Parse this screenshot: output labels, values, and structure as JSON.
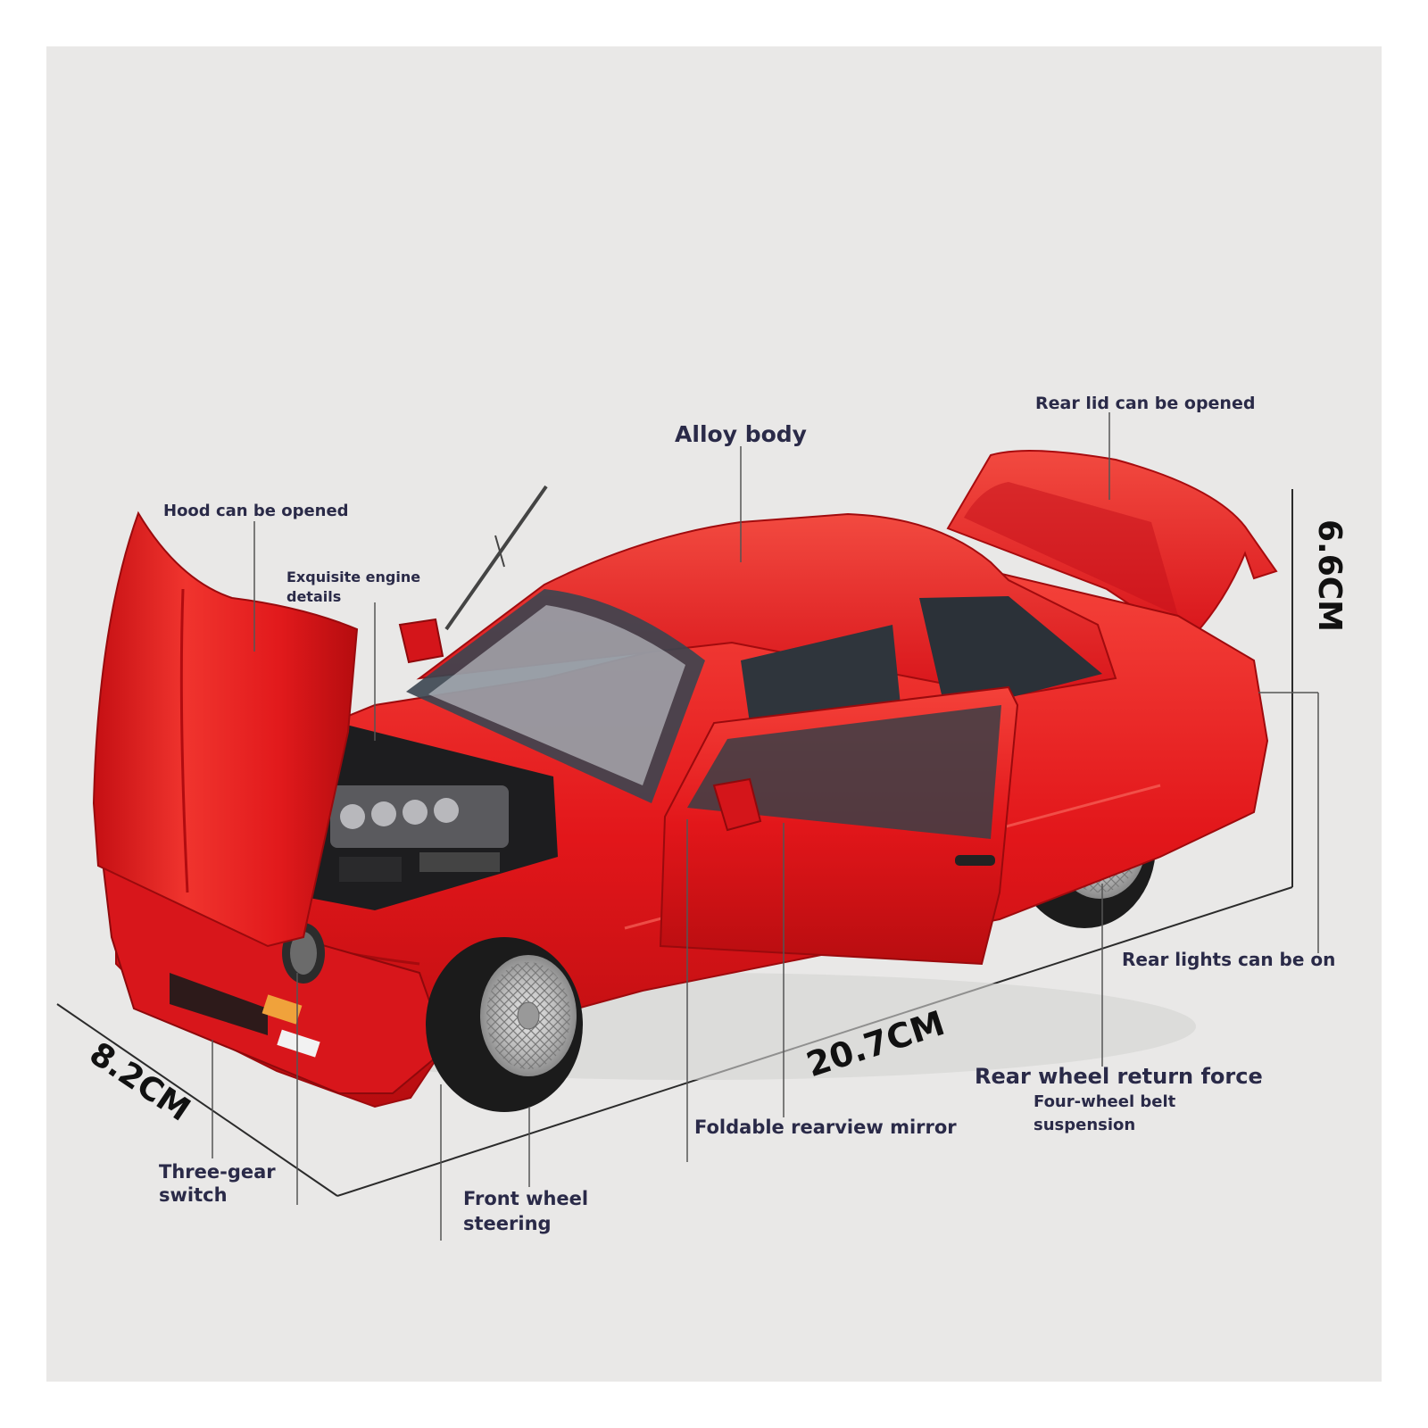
{
  "labels": {
    "alloy_body": "Alloy body",
    "rear_lid": "Rear lid can be opened",
    "hood": "Hood can be opened",
    "engine_line1": "Exquisite engine",
    "engine_line2": "details",
    "rear_lights": "Rear lights can be on",
    "rear_wheel": "Rear wheel return force",
    "suspension_line1": "Four-wheel belt",
    "suspension_line2": "suspension",
    "mirror": "Foldable rearview mirror",
    "gear_line1": "Three-gear",
    "gear_line2": "switch",
    "front_line1": "Front wheel",
    "front_line2": "steering"
  },
  "dimensions": {
    "width": "8.2CM",
    "length": "20.7CM",
    "height": "6.6CM"
  },
  "colors": {
    "background": "#e9e8e7",
    "car_body": "#e8171b",
    "label_text": "#2a2a48"
  }
}
